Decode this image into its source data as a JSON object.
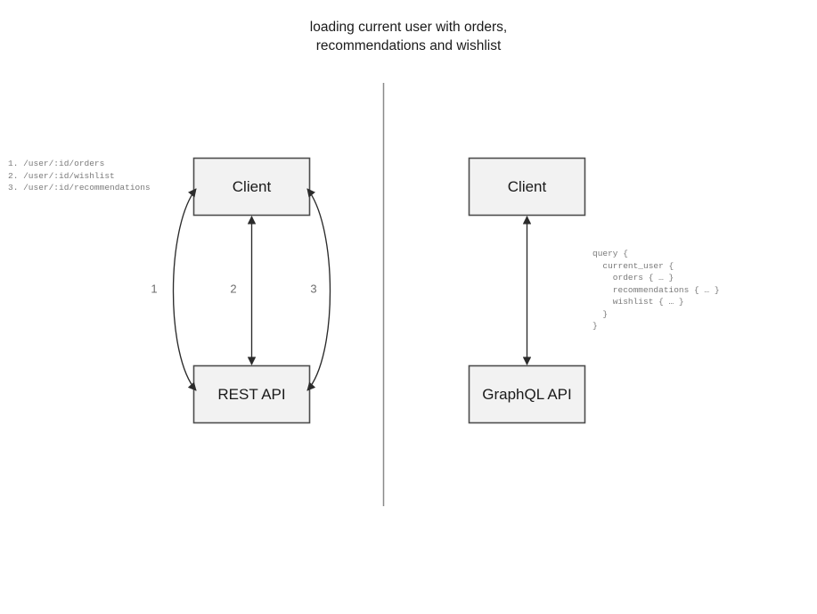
{
  "diagram": {
    "title": "loading current user with orders,\nrecommendations and wishlist",
    "divider_color": "#8a8a8a",
    "node_fill": "#f2f2f2",
    "node_stroke": "#4d4d4d",
    "edge_color": "#2b2b2b",
    "code_color": "#7a7a7a"
  },
  "rest_side": {
    "client_label": "Client",
    "api_label": "REST API",
    "endpoints_text": "1. /user/:id/orders\n2. /user/:id/wishlist\n3. /user/:id/recommendations",
    "endpoints": [
      {
        "number": "1.",
        "path": "/user/:id/orders"
      },
      {
        "number": "2.",
        "path": "/user/:id/wishlist"
      },
      {
        "number": "3.",
        "path": "/user/:id/recommendations"
      }
    ],
    "edge_labels": [
      "1",
      "2",
      "3"
    ]
  },
  "graphql_side": {
    "client_label": "Client",
    "api_label": "GraphQL API",
    "query_text": "query {\n  current_user {\n    orders { … }\n    recommendations { … }\n    wishlist { … }\n  }\n}",
    "query_lines": [
      "query {",
      "  current_user {",
      "    orders { … }",
      "    recommendations { … }",
      "    wishlist { … }",
      "  }",
      "}"
    ]
  }
}
